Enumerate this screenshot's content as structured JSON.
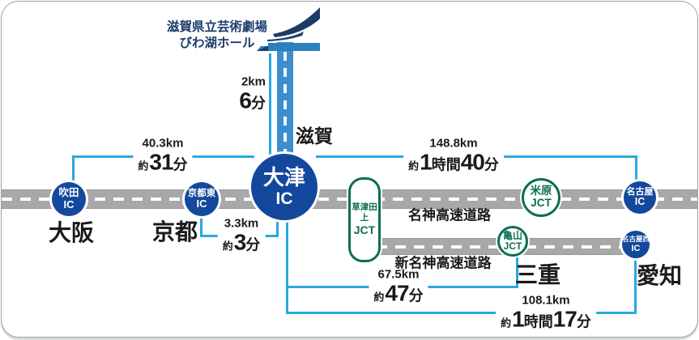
{
  "hall": {
    "line1": "滋賀県立芸術劇場",
    "line2": "びわ湖ホール"
  },
  "prefectures": {
    "osaka": "大阪",
    "kyoto": "京都",
    "shiga": "滋賀",
    "mie": "三重",
    "aichi": "愛知"
  },
  "highways": {
    "meishin": "名神高速道路",
    "shin_meishin": "新名神高速道路"
  },
  "nodes": {
    "suita": {
      "name": "吹田",
      "type": "IC"
    },
    "kyoto_higashi": {
      "name": "京都東",
      "type": "IC"
    },
    "otsu": {
      "name": "大津",
      "type": "IC"
    },
    "kusatsu_tanakami": {
      "name": "草津田上",
      "type": "JCT"
    },
    "maibara": {
      "name": "米原",
      "type": "JCT"
    },
    "kameyama": {
      "name": "亀山",
      "type": "JCT"
    },
    "nagoya": {
      "name": "名古屋",
      "type": "IC"
    },
    "nagoya_nishi": {
      "name": "名古屋西",
      "type": "IC"
    }
  },
  "routes": {
    "hall_otsu": {
      "distance": "2km",
      "approx": "",
      "t1": "6",
      "u1": "分",
      "t2": "",
      "u2": ""
    },
    "suita_otsu": {
      "distance": "40.3km",
      "approx": "約",
      "t1": "31",
      "u1": "分",
      "t2": "",
      "u2": ""
    },
    "kyoto_otsu": {
      "distance": "3.3km",
      "approx": "約",
      "t1": "3",
      "u1": "分",
      "t2": "",
      "u2": ""
    },
    "otsu_nagoya": {
      "distance": "148.8km",
      "approx": "約",
      "t1": "1",
      "u1": "時間",
      "t2": "40",
      "u2": "分"
    },
    "otsu_kameyama": {
      "distance": "67.5km",
      "approx": "約",
      "t1": "47",
      "u1": "分",
      "t2": "",
      "u2": ""
    },
    "otsu_nagoya_nishi": {
      "distance": "108.1km",
      "approx": "約",
      "t1": "1",
      "u1": "時間",
      "t2": "17",
      "u2": "分"
    }
  },
  "colors": {
    "route_line": "#29a9e0",
    "ic_blue": "#14489c",
    "jct_green": "#0b6e53",
    "road_gray": "#a8a8a8",
    "road_blue": "#3c8ecf",
    "hall_navy": "#1c3c66"
  }
}
